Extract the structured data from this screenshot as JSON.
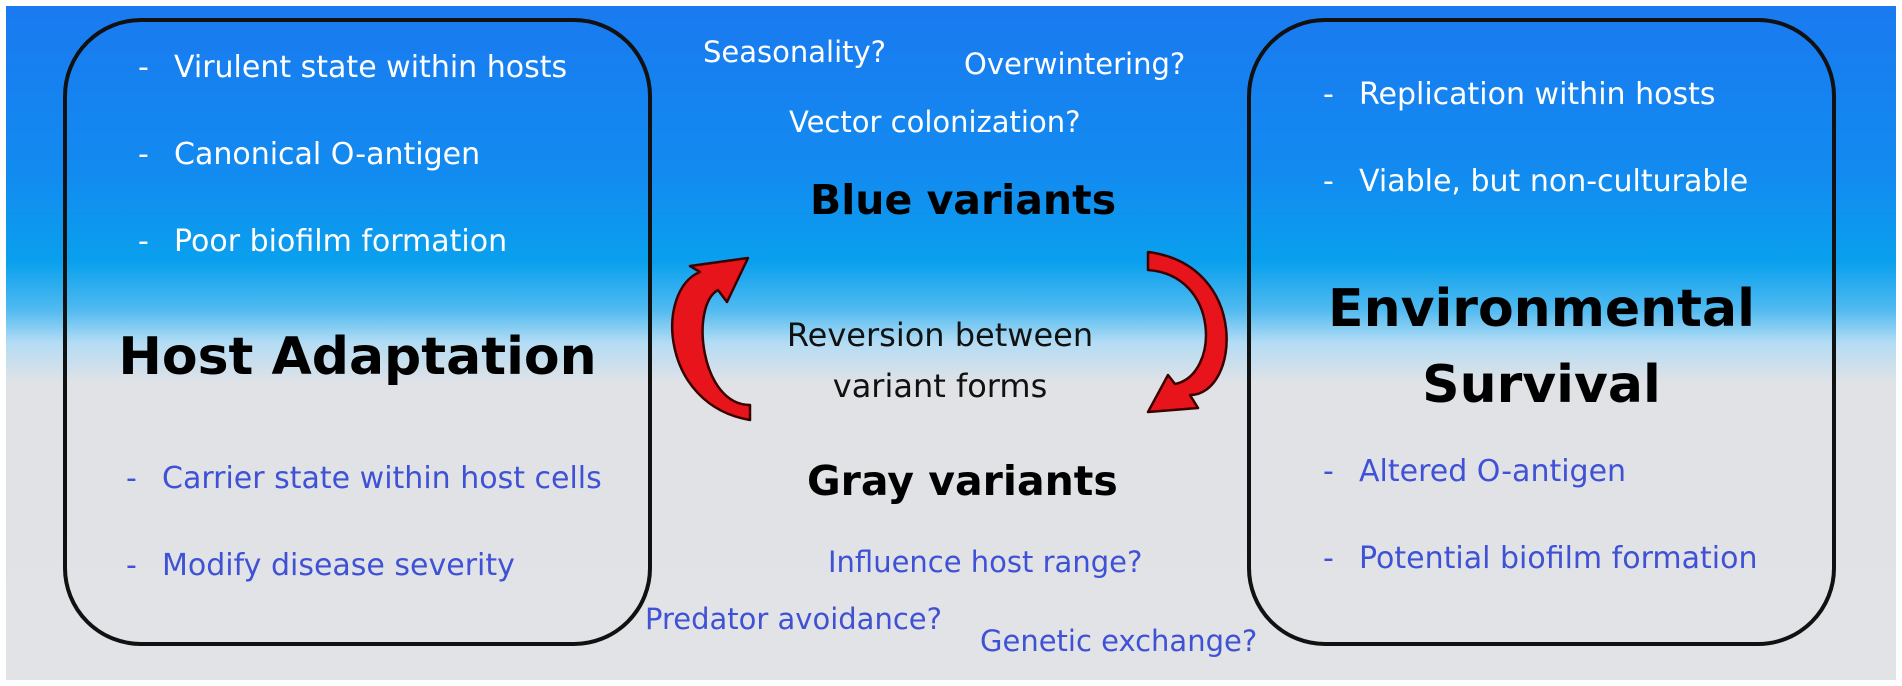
{
  "left_box": {
    "top_items": [
      "Virulent state within hosts",
      "Canonical O-antigen",
      "Poor biofilm formation"
    ],
    "title": "Host Adaptation",
    "bottom_items": [
      "Carrier state within host cells",
      "Modify disease severity"
    ]
  },
  "right_box": {
    "top_items": [
      "Replication within hosts",
      "Viable, but non-culturable"
    ],
    "title_line1": "Environmental",
    "title_line2": "Survival",
    "bottom_items": [
      "Altered O-antigen",
      "Potential biofilm formation"
    ]
  },
  "center": {
    "top_questions": [
      "Seasonality?",
      "Overwintering?",
      "Vector colonization?"
    ],
    "blue_variants": "Blue variants",
    "reversion_line1": "Reversion between",
    "reversion_line2": "variant forms",
    "gray_variants": "Gray variants",
    "bottom_questions": [
      "Influence host range?",
      "Predator avoidance?",
      "Genetic exchange?"
    ]
  },
  "dash": "-",
  "colors": {
    "top_gradient": "#1a7af0",
    "mid_gradient": "#0aa0ee",
    "bottom_background": "#e2e3e6",
    "blue_text": "#3f52d6",
    "arrow_fill": "#e8141c"
  }
}
